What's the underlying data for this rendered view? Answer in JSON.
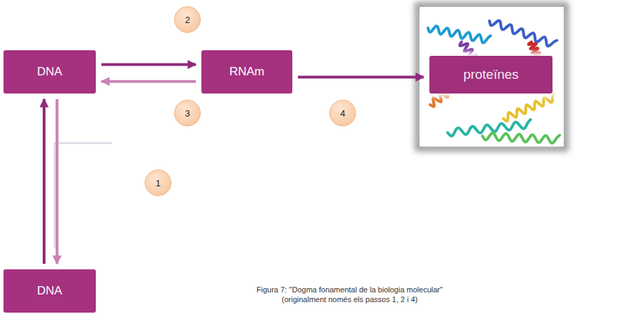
{
  "diagram": {
    "caption": "Figura 7: ''Dogma fonamental de la biologia molecular'' (originalment només els passos 1, 2 i 4)",
    "nodes": [
      {
        "text": [
          "DNA"
        ]
      },
      {
        "text": [
          "RNAm"
        ]
      },
      {
        "text": [
          "proteïnes"
        ]
      },
      {
        "text": [
          "DNA"
        ]
      }
    ],
    "edges": [
      {
        "from": 0,
        "to": 1,
        "arrow": "to"
      },
      {
        "from": 1,
        "to": 0,
        "arrow": "to"
      },
      {
        "from": 1,
        "to": 2,
        "arrow": "to"
      },
      {
        "from": 3,
        "to": 0,
        "arrow": "to"
      },
      {
        "from": 0,
        "to": 3,
        "arrow": "to"
      }
    ],
    "labels": [
      "2",
      "3",
      "4",
      "1"
    ]
  }
}
